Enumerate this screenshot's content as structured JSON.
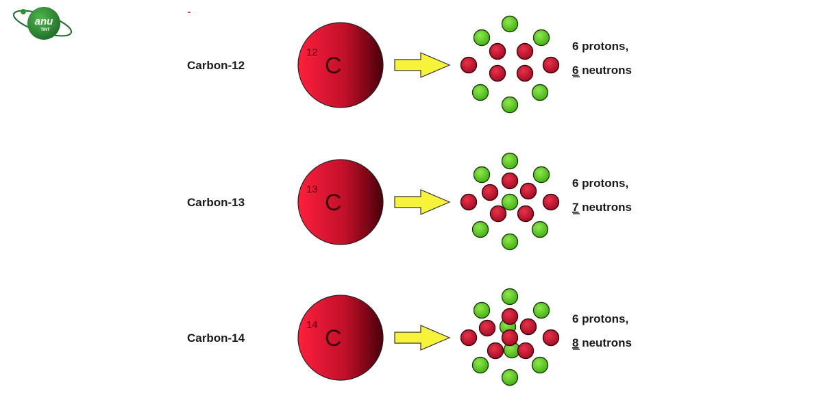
{
  "logo": {
    "text_top": "anu",
    "text_bottom": "TINT",
    "colors": {
      "green": "#2f8f3a",
      "dark": "#1f6a2a"
    }
  },
  "colors": {
    "atom_light": "#ff1f3c",
    "atom_dark": "#4a0008",
    "proton": "#cc1030",
    "neutron": "#5fcf1f",
    "arrow": "#f7f23a"
  },
  "isotopes": [
    {
      "name": "Carbon-12",
      "mass_number": "12",
      "symbol": "C",
      "protons_line": "6 protons,",
      "neutron_count": "6",
      "neutron_word": " neutrons"
    },
    {
      "name": "Carbon-13",
      "mass_number": "13",
      "symbol": "C",
      "protons_line": "6 protons,",
      "neutron_count": "7",
      "neutron_word": " neutrons"
    },
    {
      "name": "Carbon-14",
      "mass_number": "14",
      "symbol": "C",
      "protons_line": "6 protons,",
      "neutron_count": "8",
      "neutron_word": " neutrons"
    }
  ]
}
